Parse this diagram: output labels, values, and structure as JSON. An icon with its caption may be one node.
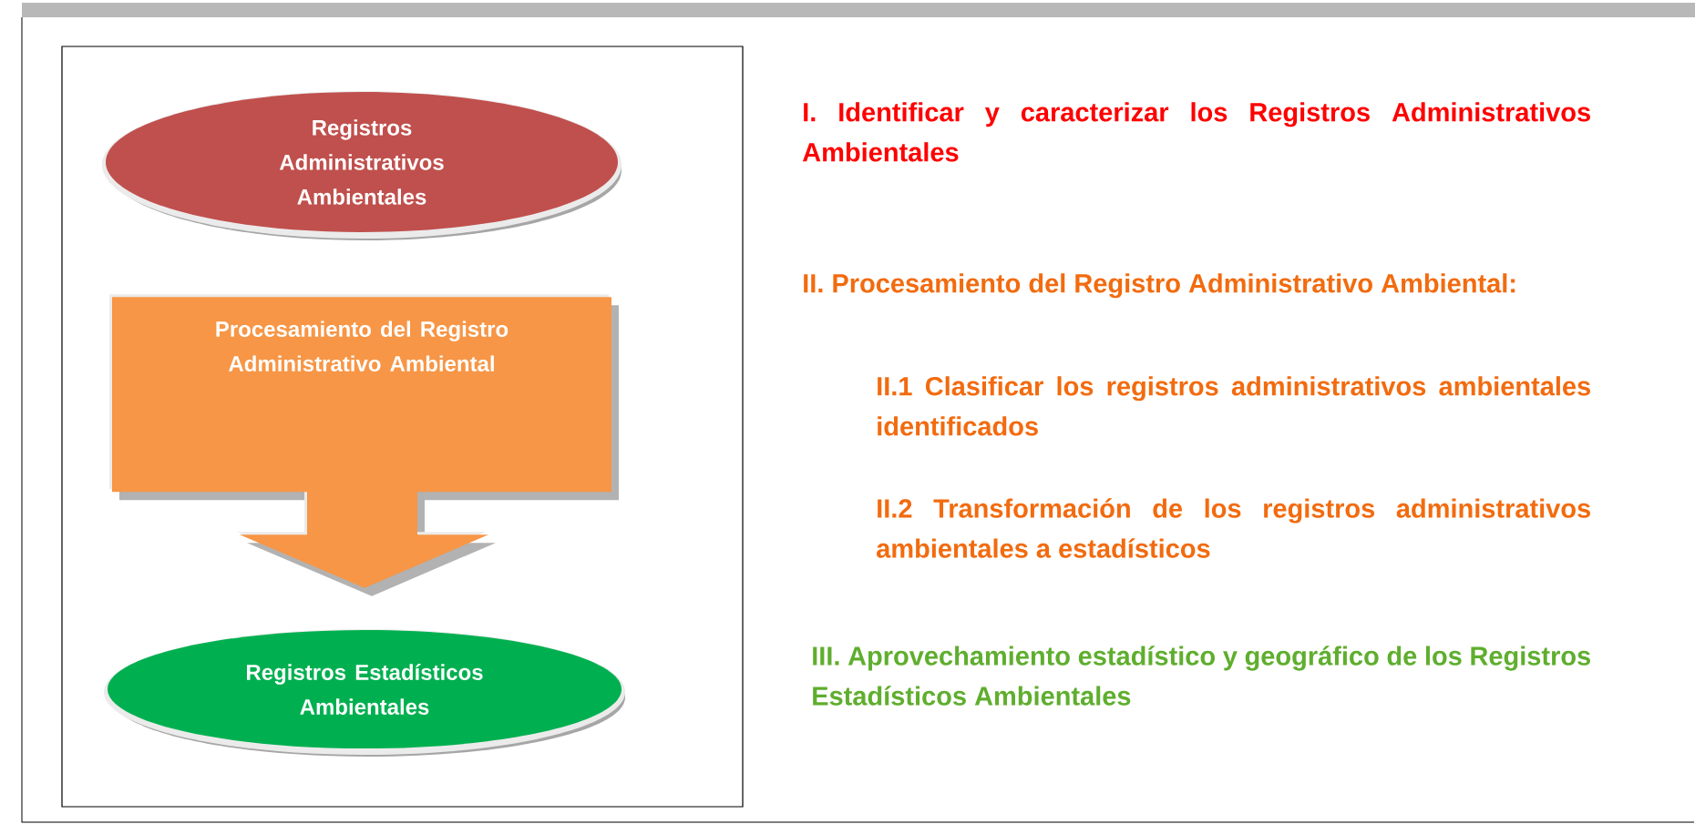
{
  "diagram": {
    "nodes": [
      {
        "text": [
          "Registros Administrativos Ambientales"
        ]
      },
      {
        "text": [
          "Registros Estadísticos Ambientales"
        ]
      }
    ],
    "edges": [
      {
        "from": 0,
        "to": 1,
        "arrow": "to",
        "style": "thick",
        "label": "Procesamiento del Registro Administrativo Ambiental"
      }
    ],
    "labels": [
      "I. Identificar y caracterizar los Registros Administrativos Ambientales",
      "II. Procesamiento del Registro Administrativo Ambiental:",
      "II.1 Clasificar los registros administrativos ambientales identificados",
      "II.2 Transformación de los registros administrativos ambientales a estadísticos",
      "III. Aprovechamiento estadístico y geográfico de los Registros Estadísticos Ambientales"
    ]
  }
}
